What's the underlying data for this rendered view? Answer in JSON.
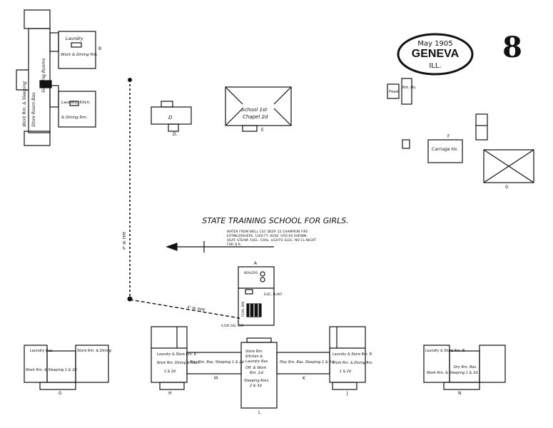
{
  "stamp": {
    "date": "May 1905",
    "city": "GENEVA",
    "state": "ILL."
  },
  "sheet_number": "8",
  "title": "STATE TRAINING SCHOOL FOR GIRLS.",
  "water_note": [
    "WATER FROM WELL 132' DEEP. 12 CHAMPION FIRE",
    "EXTINGUISHERS. 1200 FT. HOSE. HYD AS SHOWN.",
    "HEAT: STEAM. FUEL: COAL. LIGHTS: ELEC. NO CL.NIGHT",
    "FOR Q.R."
  ],
  "pipe_labels": {
    "vertical": "4\" W. PIPE",
    "diagonal": "4\" W. PIPE"
  },
  "buildings": {
    "top_left": {
      "labels": [
        "Laundry",
        "Work & Dining Rm.",
        "Laundry, Kitch.",
        "& Dining Rm.",
        "Store Room Bas.",
        "Sleeping Rooms",
        "Work Rm. & Sleeping"
      ],
      "letter": "B"
    },
    "d_building": {
      "label": "D",
      "letter": "D."
    },
    "chapel": {
      "labels": [
        "School 1st",
        "Chapel 2d"
      ],
      "letter": "E"
    },
    "right_small": {
      "labels": [
        "Feed",
        "Rm. Hs."
      ]
    },
    "carriage": {
      "label": "Carriage Hs.",
      "letter": "F"
    },
    "barn": {
      "letter": "G"
    },
    "power": {
      "labels": [
        "BOILERS",
        "COAL BIN",
        "ELEC. PLANT",
        "4,500 GAL. CAP."
      ],
      "letter": "A"
    },
    "bottom_left": {
      "labels": [
        "Laundry Bas.",
        "Store Rm. & Dining",
        "Work Rm. & Sleeping 1 & 2d"
      ],
      "letter": "G"
    },
    "h_building": {
      "labels": [
        "Laundry & Store Rm. B",
        "Work Rm. Dining & Kitch.",
        "1 & 2d"
      ],
      "letter": "H"
    },
    "play_left": {
      "label": "Play Rm. Bas. Sleeping 1 & 2d",
      "letter": "M"
    },
    "center_l": {
      "labels": [
        "Store Rm.",
        "Kitchen &",
        "Laundry Bas.",
        "Off. & Work",
        "Rm. 1st",
        "Sleeping Rms.",
        "2 & 3d"
      ],
      "letter": "L"
    },
    "play_right": {
      "label": "Play Rm. Bas. Sleeping 1 & 2d",
      "letter": "K"
    },
    "j_building": {
      "labels": [
        "Laundry & Store Rm. B",
        "Work Rm. & Dining Rm.",
        "1 & 2d"
      ],
      "letter": "J"
    },
    "bottom_right": {
      "labels": [
        "Laundry & Store Rm. B.",
        "Dry Rm. Bas.",
        "Work Rm. & Sleeping 1 & 2d"
      ],
      "letter": "N"
    }
  }
}
